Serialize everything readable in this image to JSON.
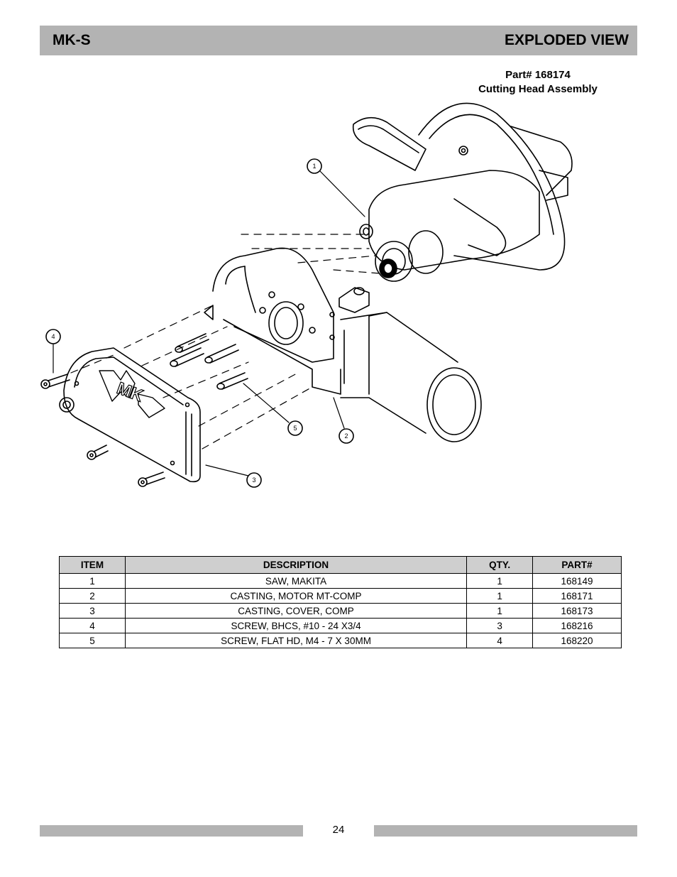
{
  "header": {
    "model": "MK-S",
    "section": "EXPLODED VIEW"
  },
  "assembly": {
    "part_number": "Part# 168174",
    "name": "Cutting Head Assembly"
  },
  "callouts": {
    "c1": "1",
    "c2": "2",
    "c3": "3",
    "c4": "4",
    "c5": "5",
    "logo_text": "MK"
  },
  "parts_table": {
    "headers": [
      "ITEM",
      "DESCRIPTION",
      "QTY.",
      "PART#"
    ],
    "rows": [
      {
        "item": "1",
        "description": "SAW, MAKITA",
        "qty": "1",
        "part": "168149"
      },
      {
        "item": "2",
        "description": "CASTING, MOTOR MT-COMP",
        "qty": "1",
        "part": "168171"
      },
      {
        "item": "3",
        "description": "CASTING, COVER, COMP",
        "qty": "1",
        "part": "168173"
      },
      {
        "item": "4",
        "description": "SCREW, BHCS, #10 - 24 X3/4",
        "qty": "3",
        "part": "168216"
      },
      {
        "item": "5",
        "description": "SCREW, FLAT HD, M4 - 7 X 30MM",
        "qty": "4",
        "part": "168220"
      }
    ]
  },
  "footer": {
    "page_number": "24"
  },
  "colors": {
    "bar_gray": "#b3b3b3",
    "table_header_gray": "#cfcfcf"
  }
}
